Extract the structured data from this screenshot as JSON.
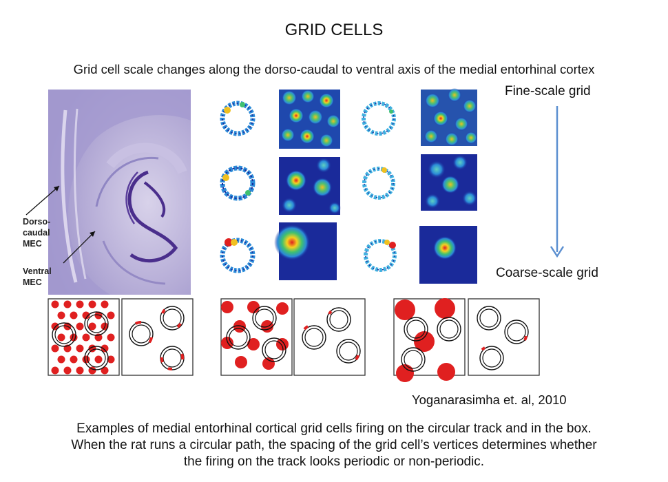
{
  "title": "GRID CELLS",
  "subtitle": "Grid cell scale changes along the dorso-caudal to ventral axis of the medial entorhinal cortex",
  "scale_labels": {
    "top": "Fine-scale grid",
    "bottom": "Coarse-scale grid"
  },
  "brain_labels": {
    "dorsocaudal": [
      "Dorso-",
      "caudal",
      "MEC"
    ],
    "ventral": [
      "Ventral",
      "MEC"
    ]
  },
  "citation": "Yoganarasimha et. al, 2010",
  "caption": [
    "Examples of medial entorhinal cortical grid cells firing on the circular track and in the box.",
    "When the rat runs a circular path, the spacing of the grid cell’s vertices determines whether",
    "the firing on the track looks periodic or non-periodic."
  ],
  "colors": {
    "brain_tissue": "#8f86c2",
    "heatmap_background": "#1a2a9a",
    "arrow": "#5b8fd0",
    "firing_field": "#e02020"
  }
}
